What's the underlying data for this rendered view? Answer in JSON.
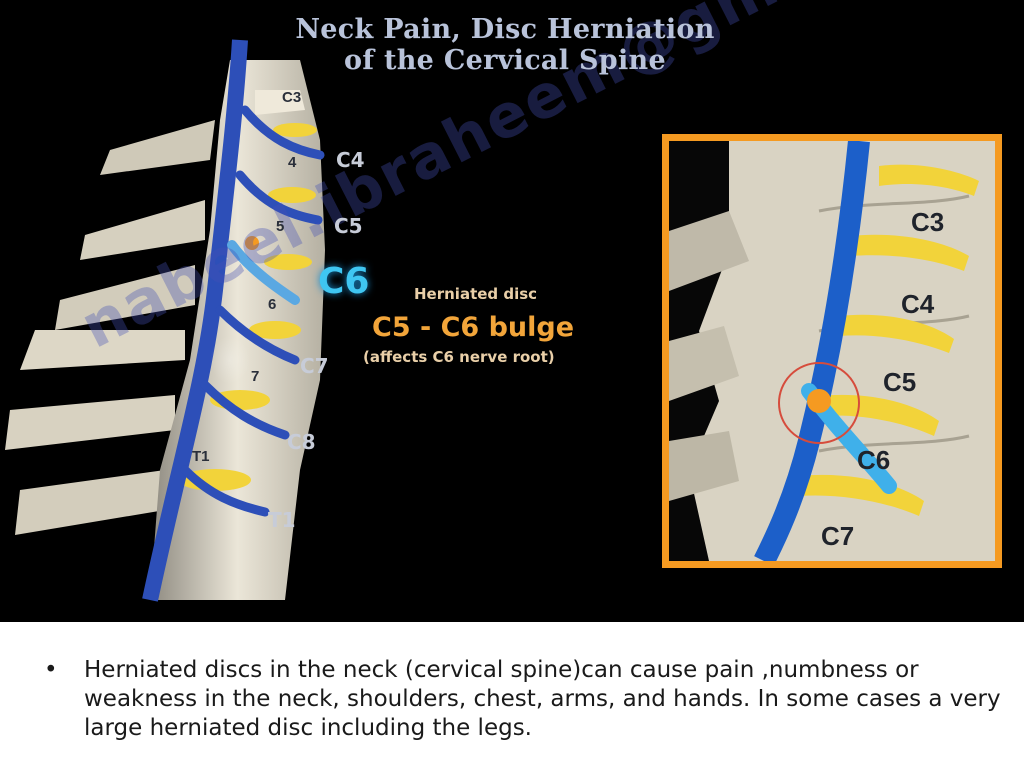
{
  "slide": {
    "title_line1": "Neck Pain, Disc Herniation",
    "title_line2": "of the Cervical Spine",
    "watermark": "nabeel.ibraheem@gmail.com"
  },
  "left_spine": {
    "vertebra_labels": [
      "C3",
      "4",
      "5",
      "6",
      "7",
      "T1"
    ],
    "nerve_labels": [
      "C4",
      "C5",
      "C6",
      "C7",
      "C8",
      "T1"
    ]
  },
  "annotation": {
    "herniated_disc": "Herniated disc",
    "bulge": "C5 - C6 bulge",
    "affects": "(affects C6 nerve root)"
  },
  "inset": {
    "labels": [
      "C3",
      "C4",
      "C5",
      "C6",
      "C7"
    ],
    "border_color": "#f59a21"
  },
  "caption": {
    "bullet": "•",
    "text": "Herniated discs in the neck (cervical spine)can cause pain ,numbness or weakness in the neck, shoulders, chest, arms, and hands. In some cases a very large herniated disc including the legs."
  },
  "colors": {
    "nerve_blue": "#2d4fb8",
    "disc_yellow": "#f2d33a",
    "bone": "#e8e2d2",
    "highlight_cyan": "#3fc6f2",
    "accent_orange": "#f59a21"
  }
}
